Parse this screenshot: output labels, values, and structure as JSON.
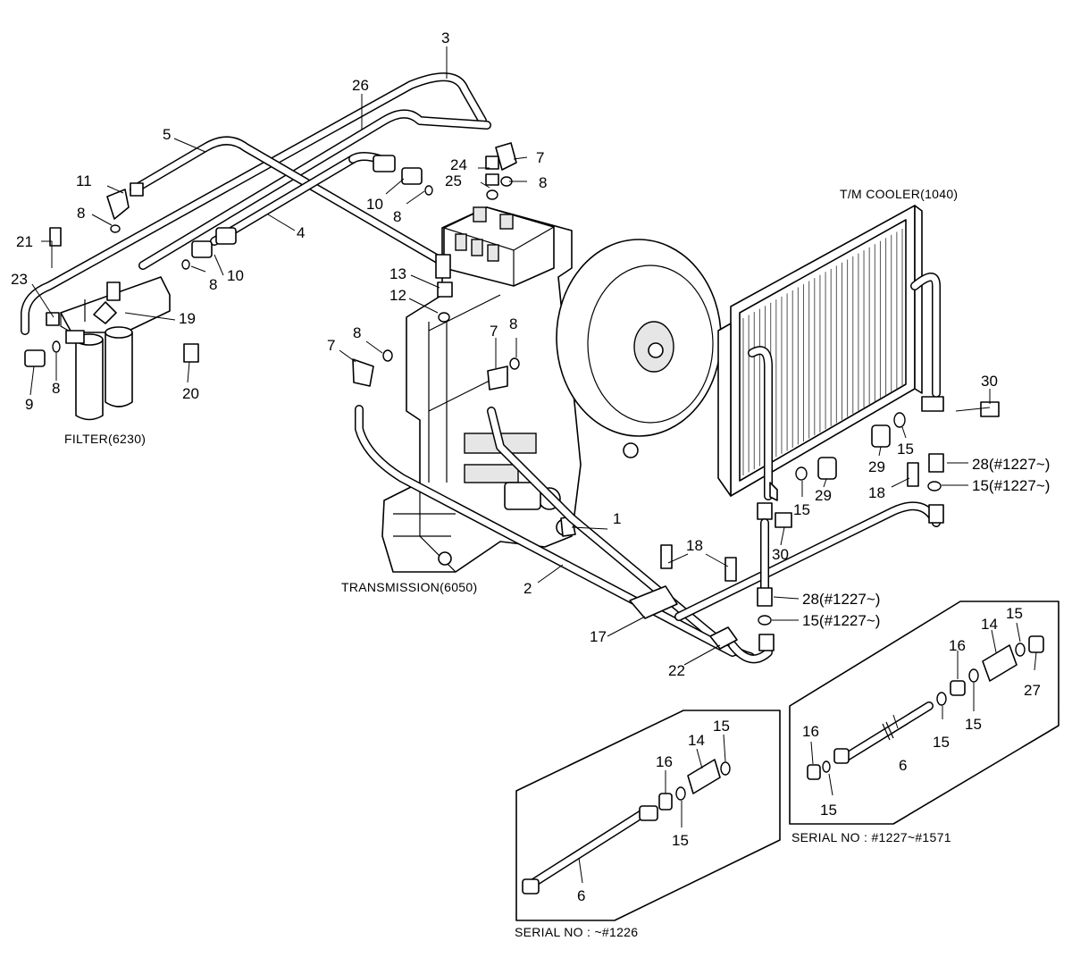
{
  "captions": {
    "filter": "FILTER(6230)",
    "transmission": "TRANSMISSION(6050)",
    "cooler": "T/M COOLER(1040)",
    "serial_early": "SERIAL NO : ~#1226",
    "serial_mid": "SERIAL NO : #1227~#1571"
  },
  "callouts": {
    "p1": "1",
    "p2": "2",
    "p3": "3",
    "p4": "4",
    "p5": "5",
    "p6a": "6",
    "p6b": "6",
    "p7a": "7",
    "p7b": "7",
    "p7c": "7",
    "p8a": "8",
    "p8b": "8",
    "p8c": "8",
    "p8d": "8",
    "p8e": "8",
    "p8f": "8",
    "p8g": "8",
    "p9": "9",
    "p10a": "10",
    "p10b": "10",
    "p11": "11",
    "p12": "12",
    "p13": "13",
    "p14a": "14",
    "p14b": "14",
    "p15a": "15",
    "p15b": "15",
    "p15c": "15",
    "p15d": "15",
    "p15e": "15",
    "p15f": "15",
    "p15g": "15",
    "p15h": "15",
    "p15i": "15(#1227~)",
    "p15j": "15(#1227~)",
    "p16a": "16",
    "p16b": "16",
    "p16c": "16",
    "p17": "17",
    "p18a": "18",
    "p18b": "18",
    "p19": "19",
    "p20": "20",
    "p21": "21",
    "p22": "22",
    "p23": "23",
    "p24": "24",
    "p25": "25",
    "p26": "26",
    "p27": "27",
    "p28a": "28(#1227~)",
    "p28b": "28(#1227~)",
    "p29a": "29",
    "p29b": "29",
    "p30a": "30",
    "p30b": "30"
  }
}
